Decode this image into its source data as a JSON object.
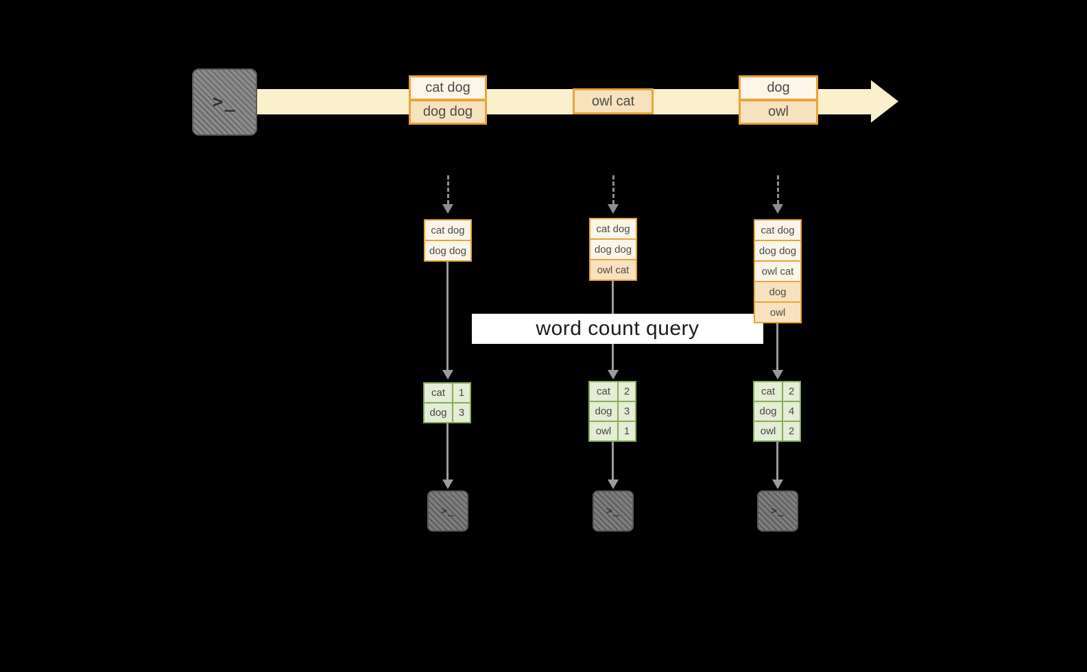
{
  "banner": {
    "label": "word count query"
  },
  "colors": {
    "background": "#000000",
    "orange_border": "#E8A33B",
    "cream_fill": "#FDF6E8",
    "peach_fill": "#F8E2BE",
    "timeline_fill": "#FAF0CB",
    "green_border": "#85AE54",
    "green_fill": "#E4EDD5",
    "arrow_gray": "#9B9B9B",
    "terminal_gray": "#8A8A8A",
    "banner_bg": "#FFFFFF",
    "text_dark": "#4A4A4A"
  },
  "source_terminal": {
    "glyph": ">_"
  },
  "timeline": {
    "batches": [
      {
        "boxes": [
          {
            "text": "cat dog",
            "tone": "light"
          },
          {
            "text": "dog dog",
            "tone": "peach"
          }
        ]
      },
      {
        "boxes": [
          {
            "text": "owl cat",
            "tone": "peach"
          }
        ]
      },
      {
        "boxes": [
          {
            "text": "dog",
            "tone": "light"
          },
          {
            "text": "owl",
            "tone": "peach"
          }
        ]
      }
    ]
  },
  "input_tables": [
    {
      "rows": [
        {
          "text": "cat dog",
          "tone": "light"
        },
        {
          "text": "dog dog",
          "tone": "light"
        }
      ]
    },
    {
      "rows": [
        {
          "text": "cat dog",
          "tone": "light"
        },
        {
          "text": "dog dog",
          "tone": "light"
        },
        {
          "text": "owl cat",
          "tone": "peach"
        }
      ]
    },
    {
      "rows": [
        {
          "text": "cat dog",
          "tone": "light"
        },
        {
          "text": "dog dog",
          "tone": "light"
        },
        {
          "text": "owl cat",
          "tone": "light"
        },
        {
          "text": "dog",
          "tone": "peach"
        },
        {
          "text": "owl",
          "tone": "peach"
        }
      ]
    }
  ],
  "result_tables": [
    {
      "rows": [
        {
          "word": "cat",
          "count": "1"
        },
        {
          "word": "dog",
          "count": "3"
        }
      ]
    },
    {
      "rows": [
        {
          "word": "cat",
          "count": "2"
        },
        {
          "word": "dog",
          "count": "3"
        },
        {
          "word": "owl",
          "count": "1"
        }
      ]
    },
    {
      "rows": [
        {
          "word": "cat",
          "count": "2"
        },
        {
          "word": "dog",
          "count": "4"
        },
        {
          "word": "owl",
          "count": "2"
        }
      ]
    }
  ],
  "output_terminals": [
    {
      "glyph": ">_"
    },
    {
      "glyph": ">_"
    },
    {
      "glyph": ">_"
    }
  ]
}
